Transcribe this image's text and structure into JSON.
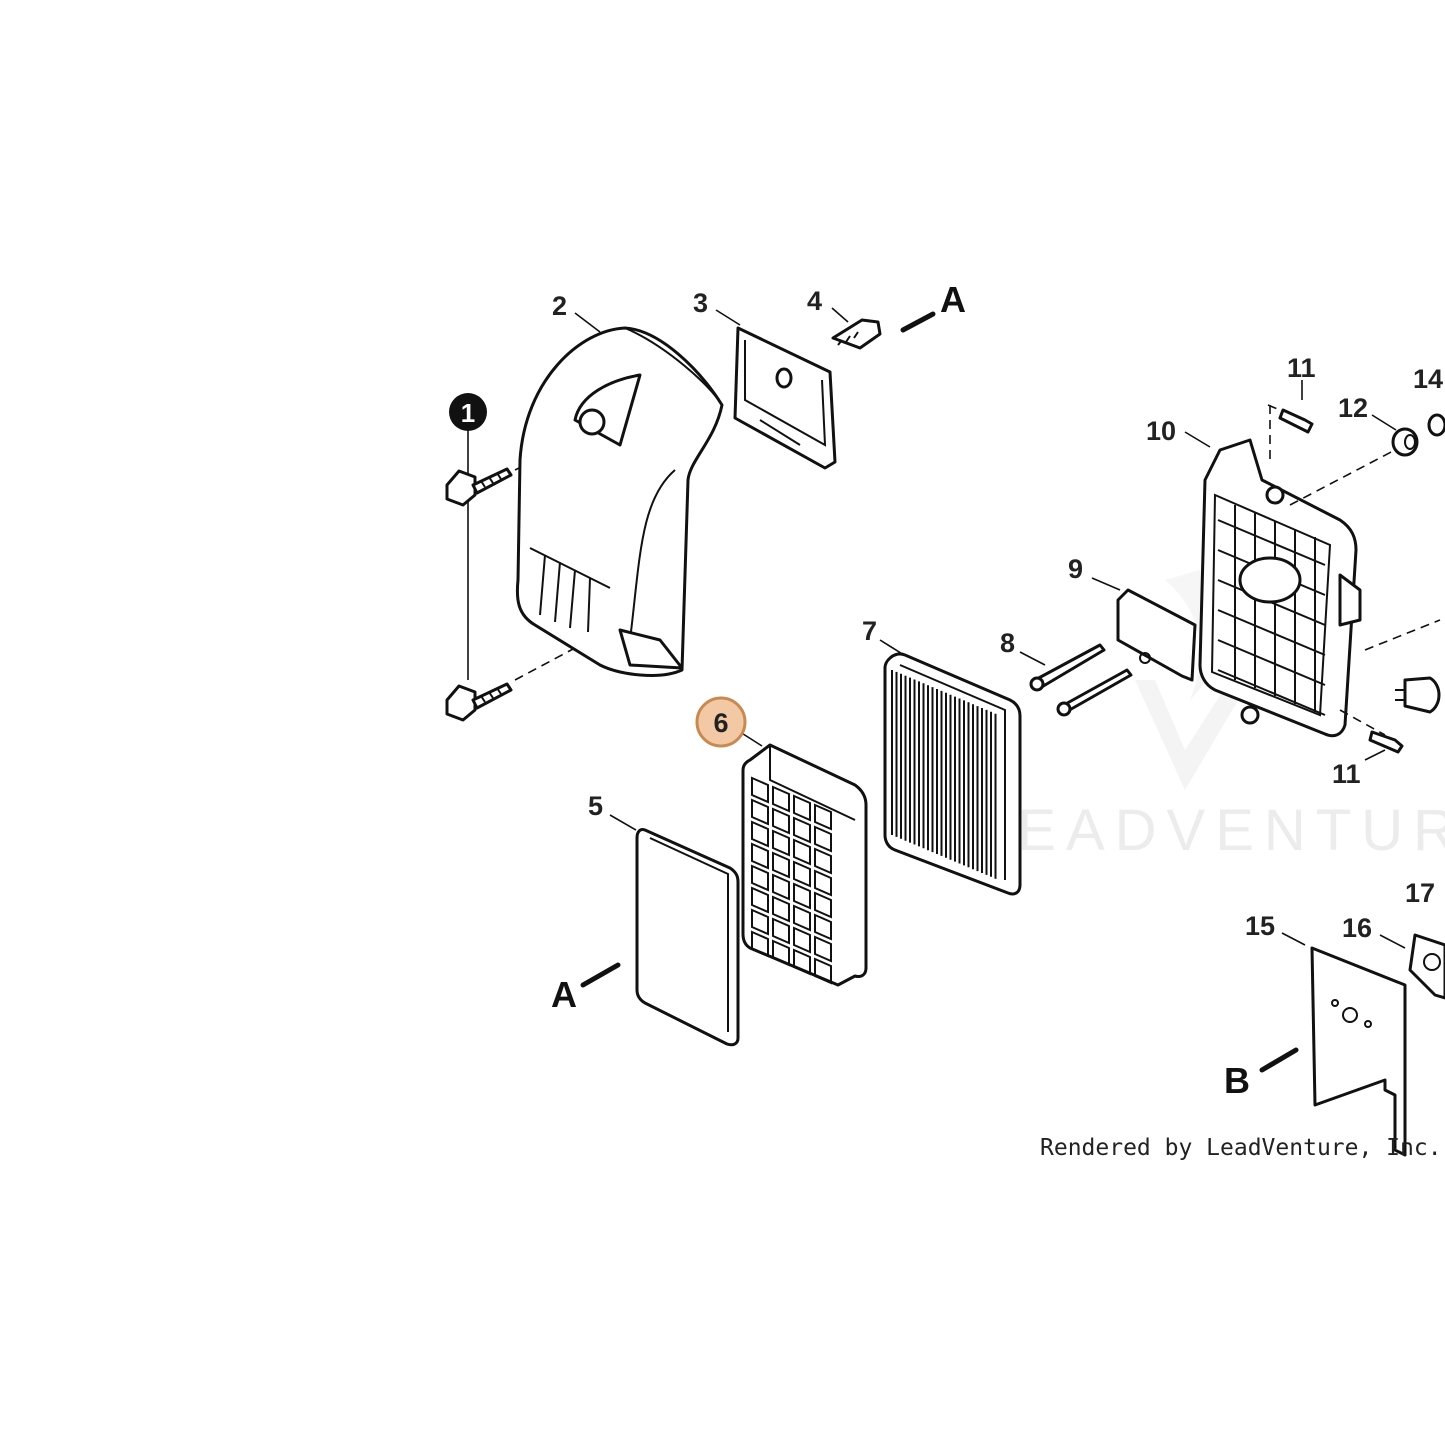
{
  "callouts": {
    "c1": "1",
    "c2": "2",
    "c3": "3",
    "c4": "4",
    "c5": "5",
    "c6": "6",
    "c7": "7",
    "c8": "8",
    "c9": "9",
    "c10": "10",
    "c11a": "11",
    "c11b": "11",
    "c12": "12",
    "c14": "14",
    "c15": "15",
    "c16": "16",
    "c17": "17"
  },
  "references": {
    "a_top": "A",
    "a_bottom": "A",
    "b": "B"
  },
  "highlight": {
    "part": "6",
    "color": "#f2c9a4",
    "stroke": "#c98a52"
  },
  "watermark": "LEADVENTURE",
  "credit": "Rendered by LeadVenture, Inc."
}
